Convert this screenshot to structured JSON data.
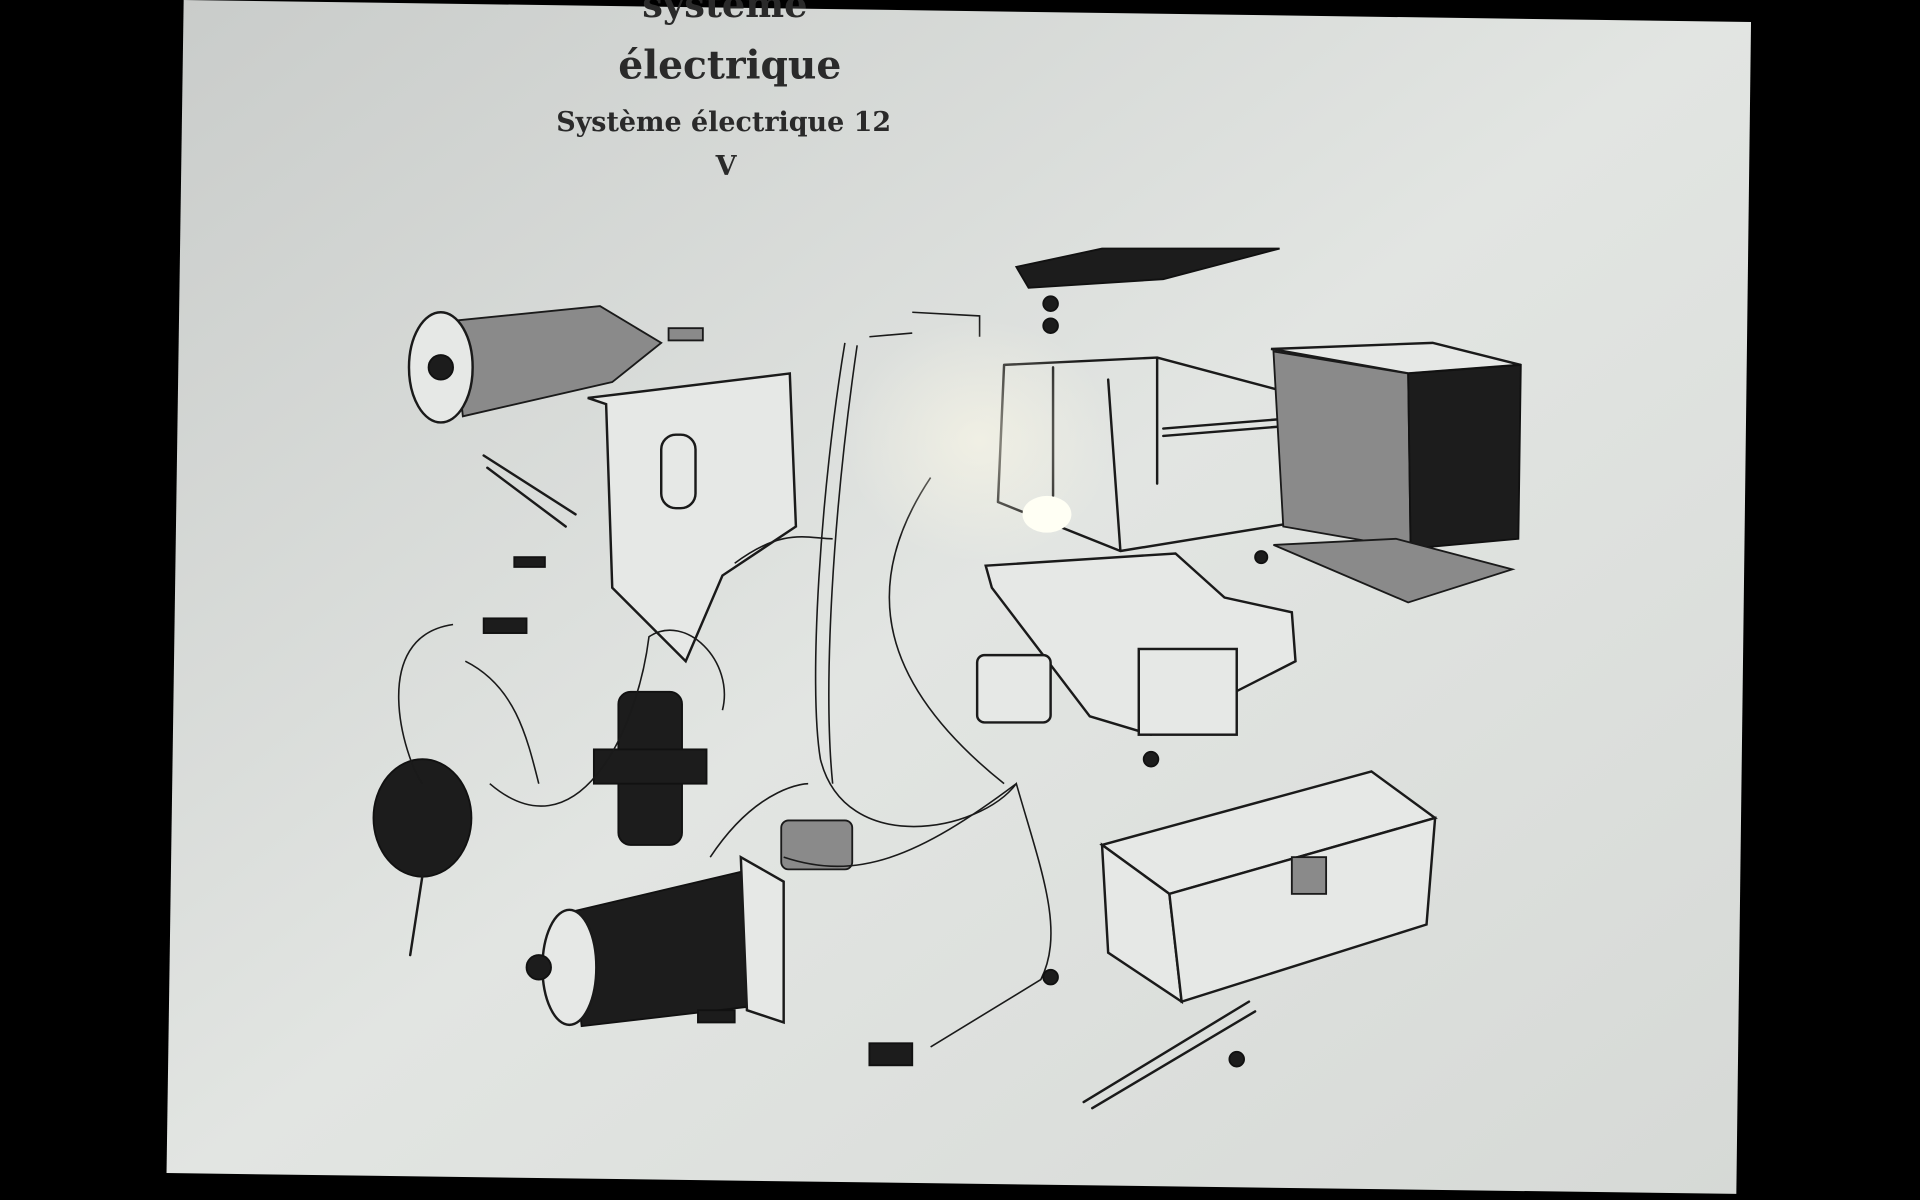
{
  "document": {
    "heading_line1": "système",
    "heading_line2": "électrique",
    "subtitle_line1": "Système électrique 12",
    "subtitle_line2": "V"
  },
  "colors": {
    "screen": "#dfe2df",
    "ink": "#1c1c1c",
    "bezel": "#000000"
  }
}
